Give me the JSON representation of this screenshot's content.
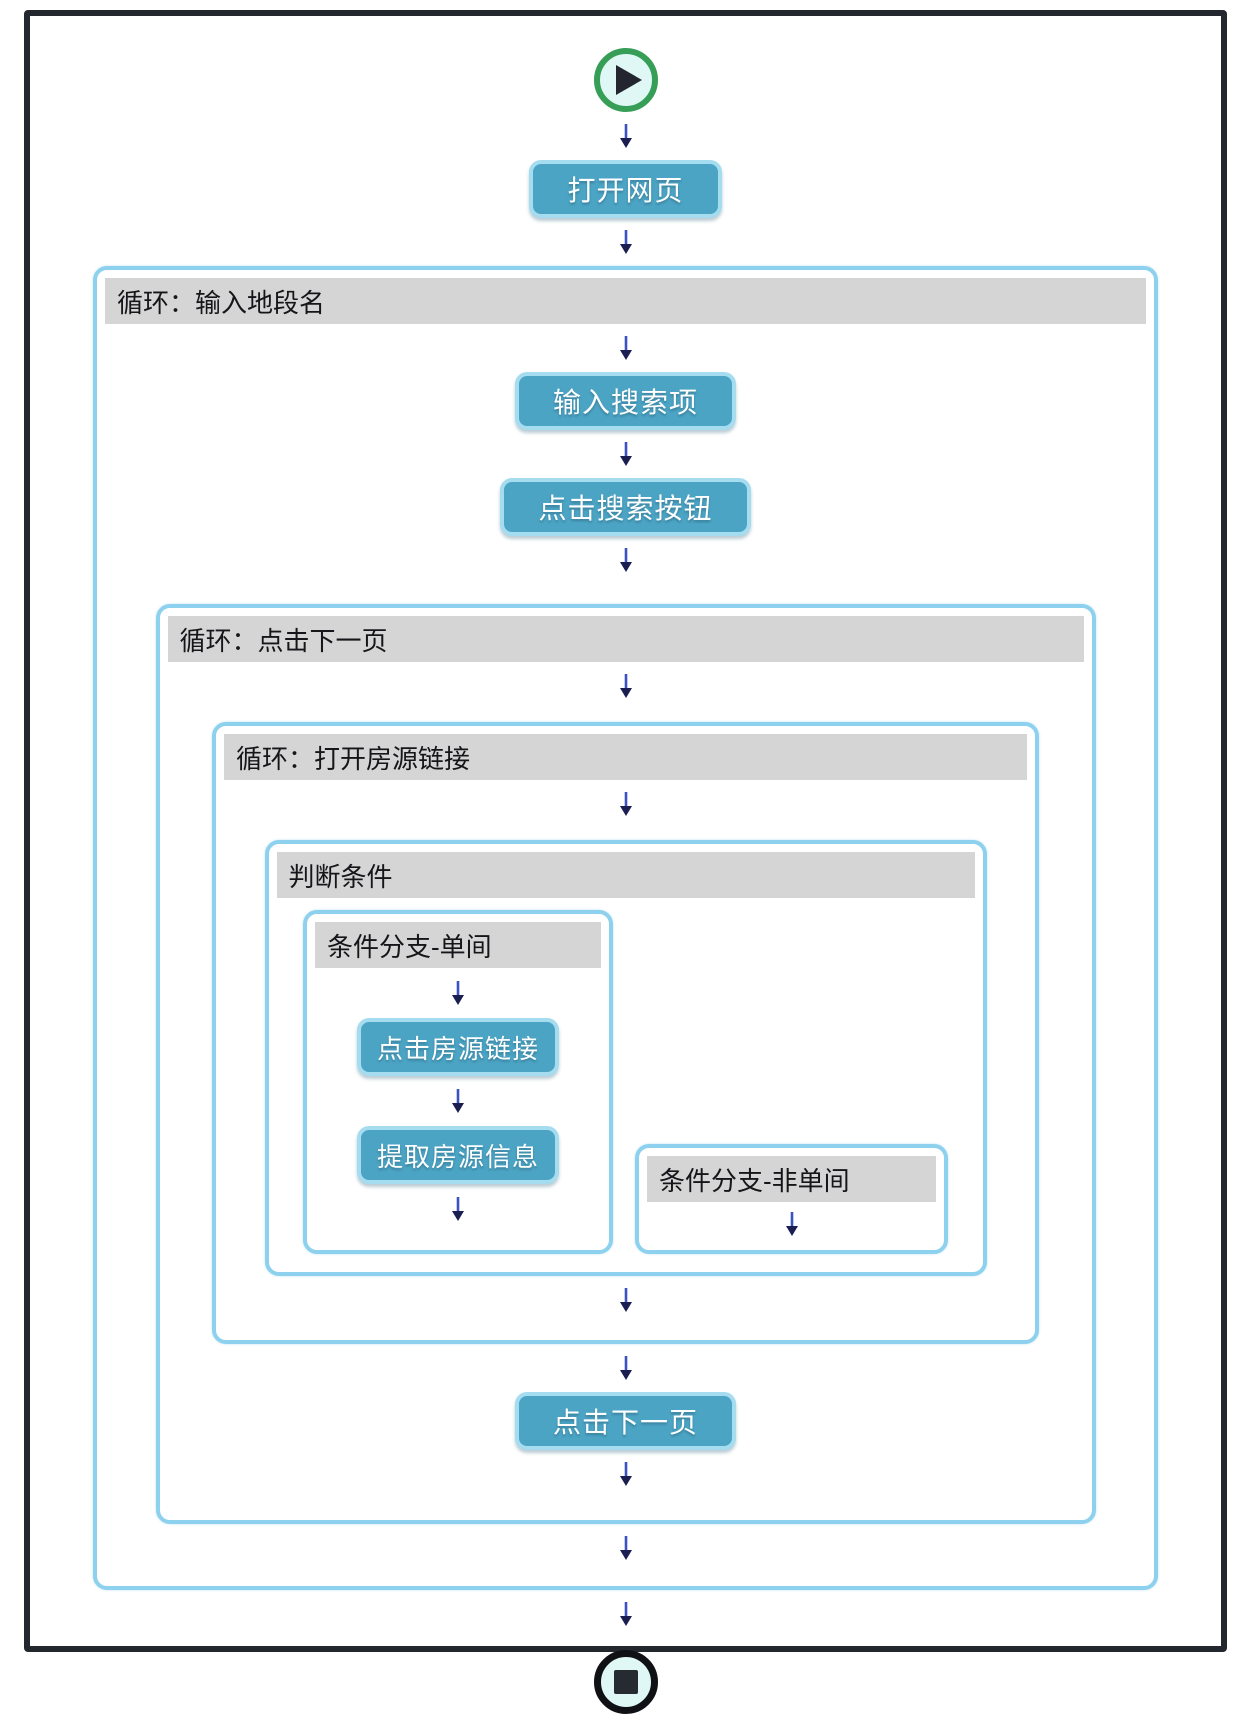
{
  "flow": {
    "title": "web-scraping-task-flowchart",
    "start_icon": "play-start",
    "end_icon": "stop-end"
  },
  "nodes": {
    "open_webpage": "打开网页",
    "input_search_term": "输入搜索项",
    "click_search_button": "点击搜索按钮",
    "click_listing_link": "点击房源链接",
    "extract_listing_info": "提取房源信息",
    "click_next_page": "点击下一页"
  },
  "containers": {
    "loop_input_district": "循环：输入地段名",
    "loop_click_next_page": "循环：点击下一页",
    "loop_open_listing_links": "循环：打开房源链接",
    "condition": "判断条件",
    "branch_single_room": "条件分支-单间",
    "branch_not_single_room": "条件分支-非单间"
  },
  "colors": {
    "step_button_fill": "#4BA4C4",
    "step_button_border": "#A5DCEF",
    "container_border": "#8ED1EE",
    "header_bg": "#D5D5D5",
    "header_text": "#16161A",
    "start_ring_green": "#369E57",
    "end_ring_black": "#101114",
    "icon_inner_fill": "#DFF7F5",
    "outer_frame": "#23272E",
    "arrow_shaft": "#3A53C0",
    "arrow_head": "#1A1E50"
  }
}
